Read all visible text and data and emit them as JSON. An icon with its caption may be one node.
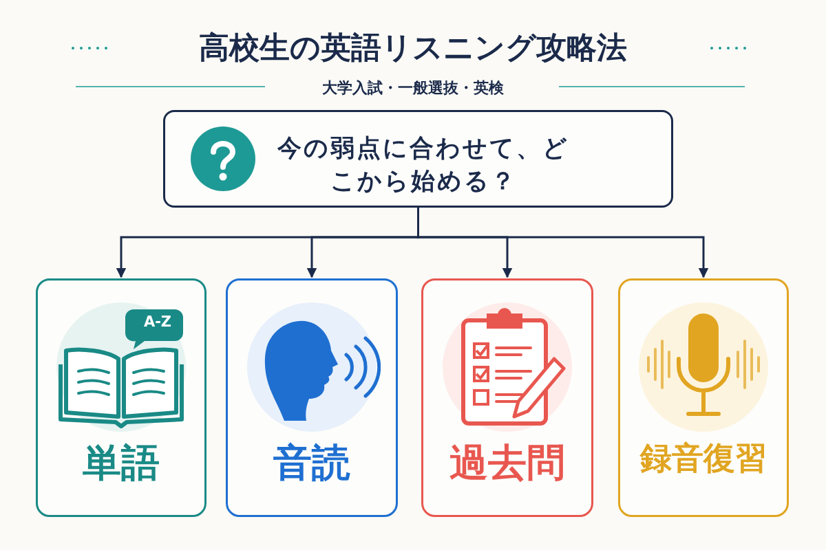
{
  "diagram": {
    "title": "高校生の英語リスニング攻略法",
    "nodes": [
      {
        "text": [
          "今の弱点に合わせて、どこから始める？"
        ]
      },
      {
        "text": [
          "単語"
        ]
      },
      {
        "text": [
          "音読"
        ]
      },
      {
        "text": [
          "過去問"
        ]
      },
      {
        "text": [
          "録音復習"
        ]
      }
    ],
    "edges": [
      {
        "from": 0,
        "to": 1,
        "arrow": "to"
      },
      {
        "from": 0,
        "to": 2,
        "arrow": "to"
      },
      {
        "from": 0,
        "to": 3,
        "arrow": "to"
      },
      {
        "from": 0,
        "to": 4,
        "arrow": "to"
      }
    ],
    "labels": [
      "大学入試・一般選抜・英検",
      "A-Z"
    ]
  }
}
